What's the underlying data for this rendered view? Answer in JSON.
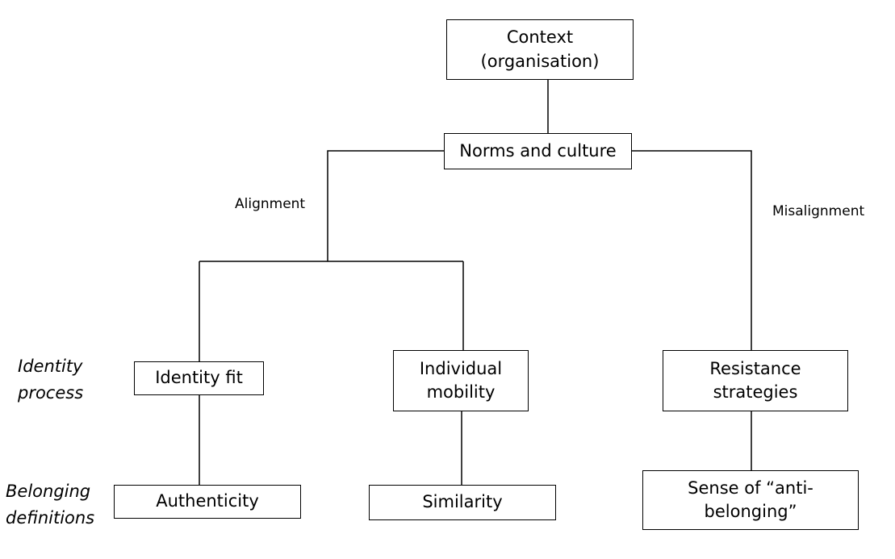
{
  "nodes": {
    "context": {
      "line1": "Context",
      "line2": "(organisation)"
    },
    "norms": {
      "label": "Norms and culture"
    },
    "identity_fit": {
      "label": "Identity fit"
    },
    "individual_mobility": {
      "line1": "Individual",
      "line2": "mobility"
    },
    "resistance": {
      "line1": "Resistance",
      "line2": "strategies"
    },
    "authenticity": {
      "label": "Authenticity"
    },
    "similarity": {
      "label": "Similarity"
    },
    "anti_belonging": {
      "line1": "Sense of “anti-",
      "line2": "belonging”"
    }
  },
  "edge_labels": {
    "alignment": "Alignment",
    "misalignment": "Misalignment"
  },
  "row_labels": {
    "identity_process": {
      "line1": "Identity",
      "line2": "process"
    },
    "belonging_definitions": {
      "line1": "Belonging",
      "line2": "definitions"
    }
  }
}
